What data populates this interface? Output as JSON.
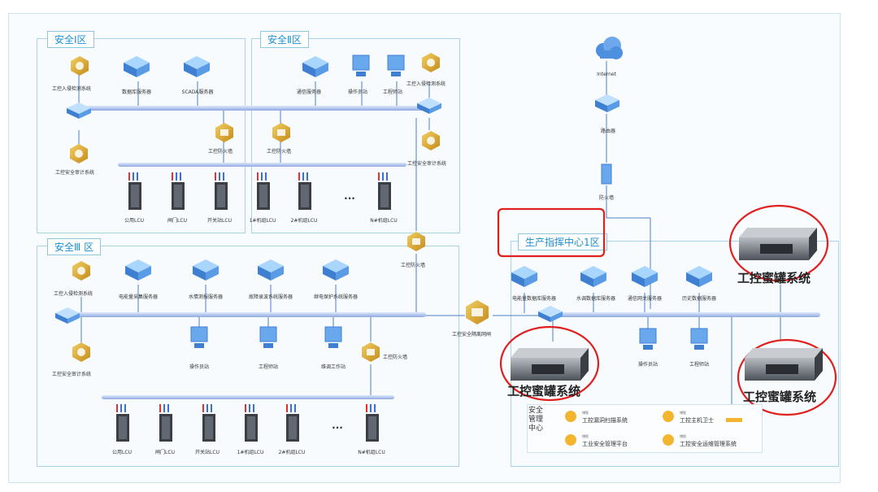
{
  "zones": {
    "z1": "安全Ⅰ区",
    "z2": "安全Ⅱ区",
    "z3": "安全Ⅲ 区",
    "z4": "生产指挥中心1区"
  },
  "labels": {
    "z1_ids": "工控入侵检测系统",
    "z1_db": "数据库服务器",
    "z1_scada": "SCADA服务器",
    "z1_audit": "工控安全审计系统",
    "z1_fw": "工控防火墙",
    "z2_comm": "通信服务器",
    "z2_op": "操作员站",
    "z2_eng": "工程师站",
    "z2_ids": "工控入侵检测系统",
    "z2_fw": "工控防火墙",
    "z2_audit": "工控安全审计系统",
    "lcu1_1": "公用LCU",
    "lcu1_2": "闸门LCU",
    "lcu1_3": "开关站LCU",
    "lcu1_4": "1#机组LCU",
    "lcu1_5": "2#机组LCU",
    "lcu1_6": "N#机组LCU",
    "ellipsis": "...",
    "fw_mid": "工控防火墙",
    "internet": "Internet",
    "router": "路由器",
    "firewall": "防火墙",
    "z3_ids": "工控入侵检测系统",
    "z3_srv1": "电能量采集服务器",
    "z3_srv2": "水情测报服务器",
    "z3_srv3": "故障录波系统服务器",
    "z3_srv4": "继电保护系统服务器",
    "z3_audit": "工控安全审计系统",
    "z3_op": "操作员站",
    "z3_eng": "工程师站",
    "z3_maint": "维调工作站",
    "z3_fw": "工控防火墙",
    "lcu3_1": "公用LCU",
    "lcu3_2": "闸门LCU",
    "lcu3_3": "开关站LCU",
    "lcu3_4": "1#机组LCU",
    "lcu3_5": "2#机组LCU",
    "lcu3_6": "N#机组LCU",
    "isolation": "工控安全隔离网闸",
    "z4_srv1": "电能量数据库服务器",
    "z4_srv2": "水调数据库服务器",
    "z4_srv3": "通信网关服务器",
    "z4_srv4": "历史数据服务器",
    "z4_op": "操作员站",
    "z4_eng": "工程师站",
    "honeypot": "工控蜜罐系统",
    "mgmt_title": "安全管理中心",
    "brand": "博智",
    "m_scan": "工控漏洞扫描系统",
    "m_guard": "工控主机卫士",
    "m_platform": "工业安全管理平台",
    "m_ops": "工控安全运维管理系统"
  },
  "colors": {
    "accent": "#1a8fd0",
    "highlight": "#e02020",
    "bus": "#9fb8ea",
    "firewall": "#d9a42a"
  }
}
